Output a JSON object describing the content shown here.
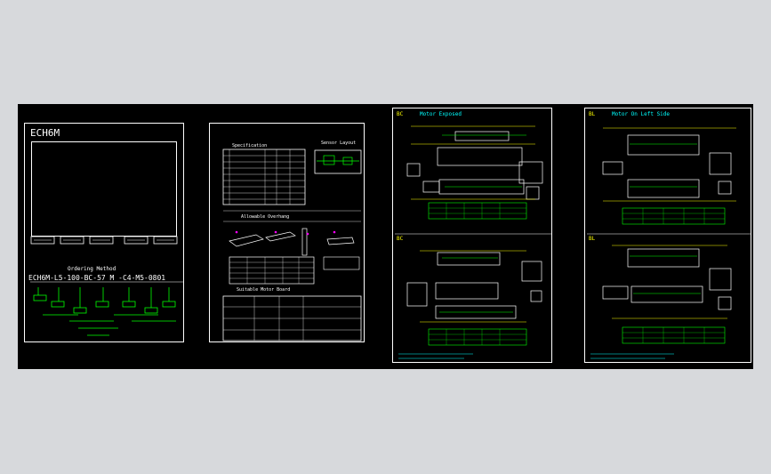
{
  "colors": {
    "background": "#d7d9dc",
    "canvas": "#000000",
    "line": "#ffffff",
    "yellow": "#ffff00",
    "green": "#00ff00",
    "cyan": "#00ffff",
    "magenta": "#ff00ff"
  },
  "sheet1": {
    "title": "ECH6M",
    "ordering_heading": "Ordering Method",
    "model_code": "ECH6M-L5-100-BC-57 M -C4-M5-0801"
  },
  "sheet2": {
    "spec_heading": "Specification",
    "sensor_heading": "Sensor Layout",
    "overhang_heading": "Allowable Overhang",
    "motor_heading": "Suitable Motor Board"
  },
  "sheet3": {
    "top_heading": "Motor Exposed",
    "top_tag": "BC",
    "bottom_tag": "BC"
  },
  "sheet4": {
    "top_heading": "Motor On Left Side",
    "top_tag": "BL",
    "bottom_tag": "BL"
  }
}
